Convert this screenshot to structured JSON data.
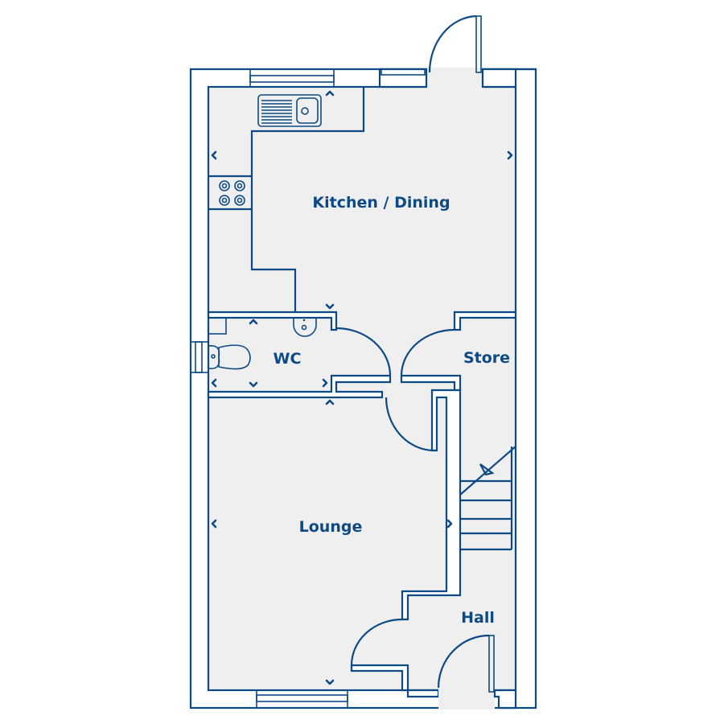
{
  "rooms": {
    "kitchen": "Kitchen / Dining",
    "wc": "WC",
    "store": "Store",
    "lounge": "Lounge",
    "hall": "Hall"
  },
  "colors": {
    "line": "#0d4a85",
    "floor": "#efefef",
    "wall": "#ffffff"
  }
}
